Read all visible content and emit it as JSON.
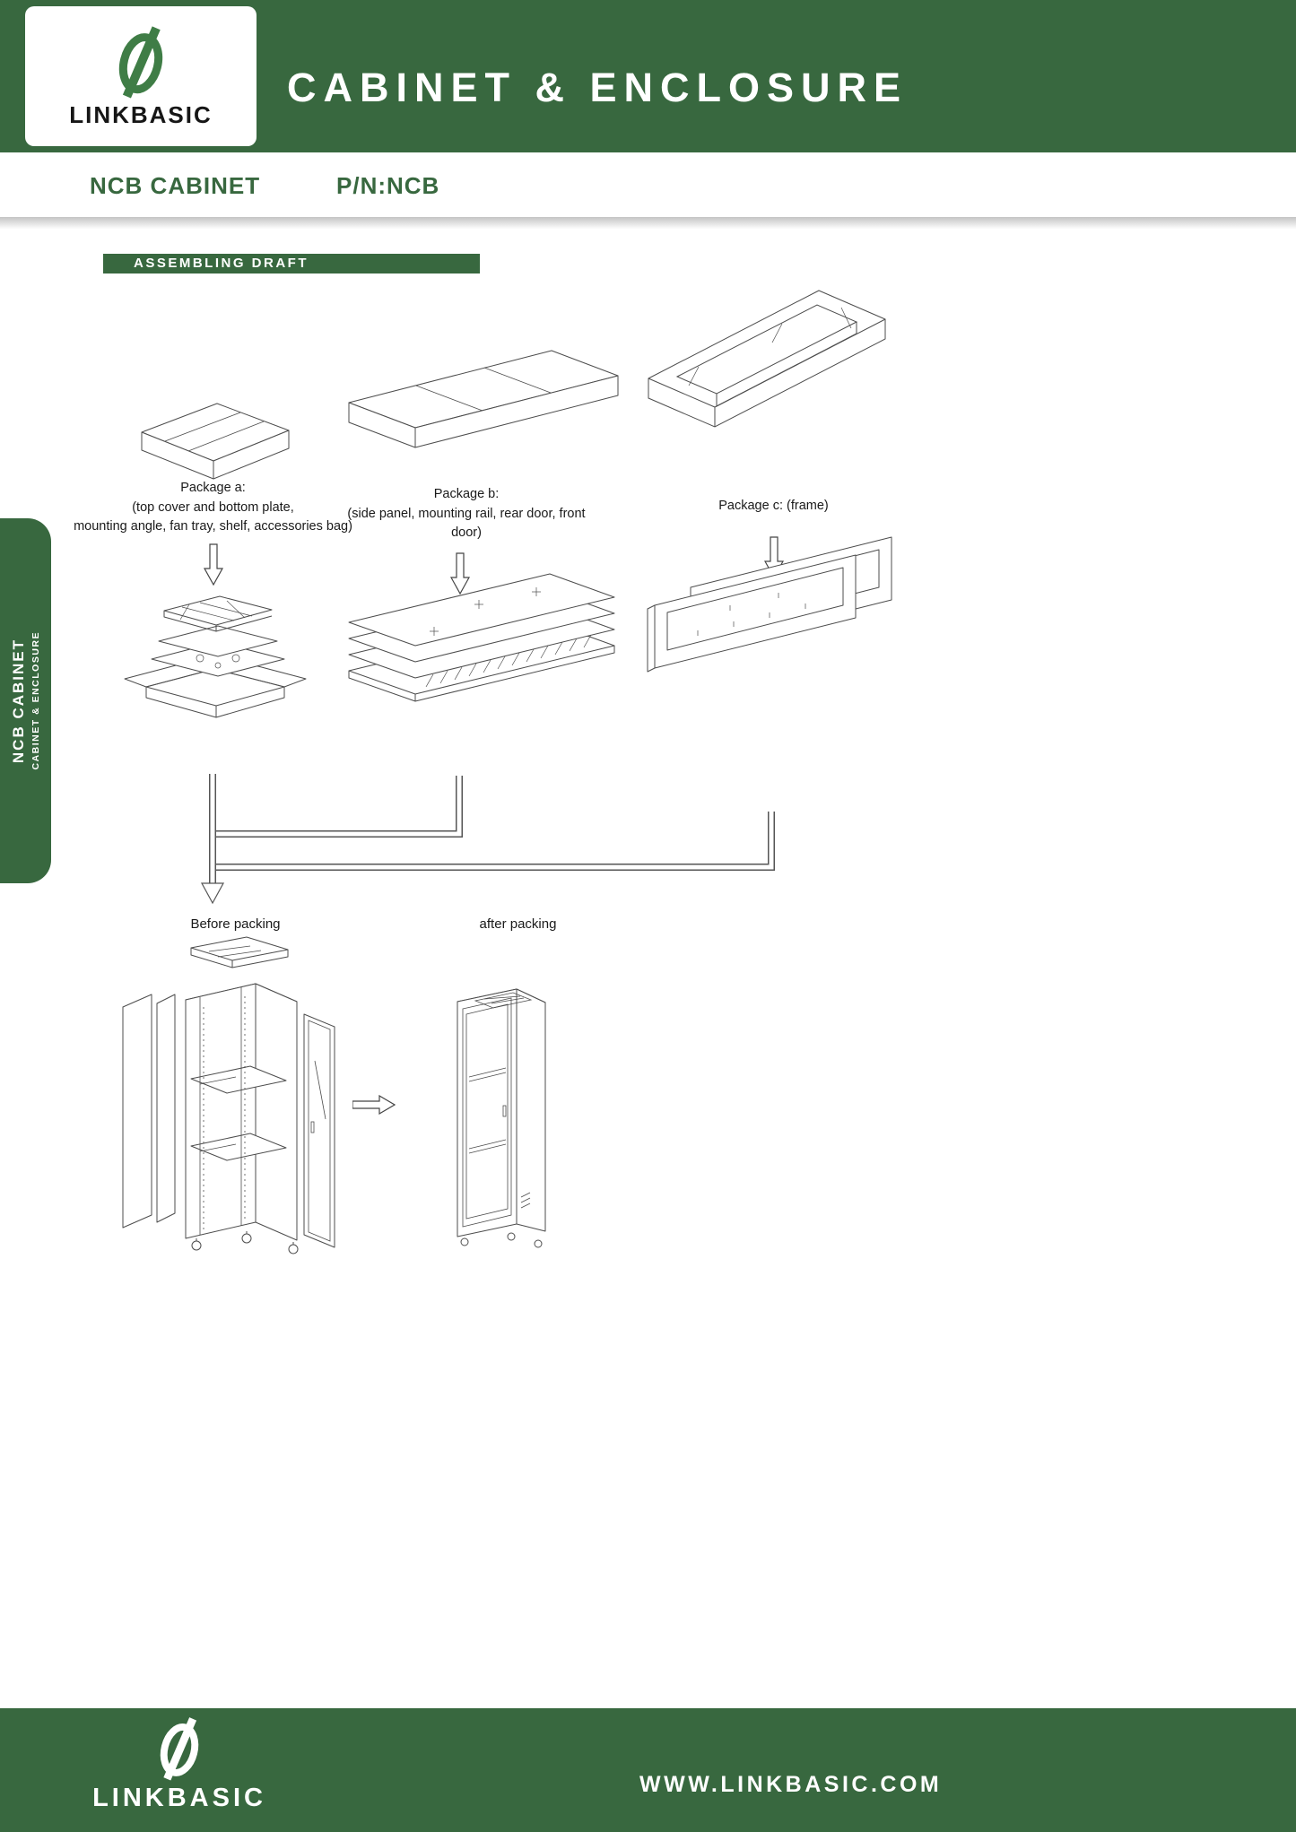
{
  "colors": {
    "brand_green": "#38683F",
    "line_art": "#4D4D4D",
    "text_dark": "#1A1A1A"
  },
  "brand": {
    "name": "LINKBASIC"
  },
  "header": {
    "title": "CABINET & ENCLOSURE"
  },
  "subheader": {
    "product": "NCB CABINET",
    "part_number": "P/N:NCB"
  },
  "section": {
    "title": "ASSEMBLING DRAFT"
  },
  "packages": [
    {
      "id": "a",
      "caption_lines": [
        "Package a:",
        "(top cover and bottom plate,",
        "mounting angle, fan tray, shelf, accessories bag)"
      ]
    },
    {
      "id": "b",
      "caption_lines": [
        "Package b:",
        "(side panel, mounting rail, rear door, front door)"
      ]
    },
    {
      "id": "c",
      "caption_lines": [
        "Package c:  (frame)"
      ]
    }
  ],
  "packing_labels": {
    "before": "Before packing",
    "after": "after packing"
  },
  "sidebar": {
    "title": "NCB CABINET",
    "subtitle": "CABINET & ENCLOSURE"
  },
  "footer": {
    "brand": "LINKBASIC",
    "website": "WWW.LINKBASIC.COM"
  },
  "icons": {
    "logo": "linkbasic-logo-icon",
    "down_arrow": "down-arrow-icon",
    "right_arrow": "right-arrow-icon"
  }
}
